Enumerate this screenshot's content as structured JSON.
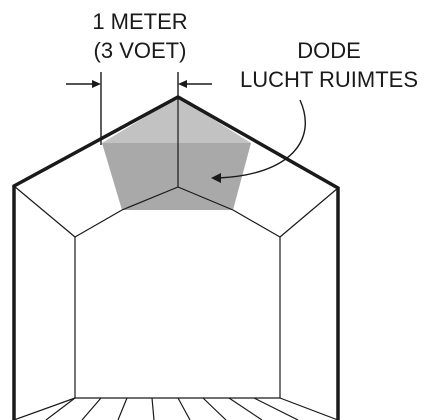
{
  "labels": {
    "width_line1": "1 METER",
    "width_line2": "(3 VOET)",
    "dead_line1": "DODE",
    "dead_line2": "LUCHT RUIMTES"
  },
  "colors": {
    "dead_air_fill": "#a9a9a9",
    "dead_air_top_fill": "#c2c2c2",
    "stroke": "#1a1a1a",
    "background": "#ffffff"
  }
}
